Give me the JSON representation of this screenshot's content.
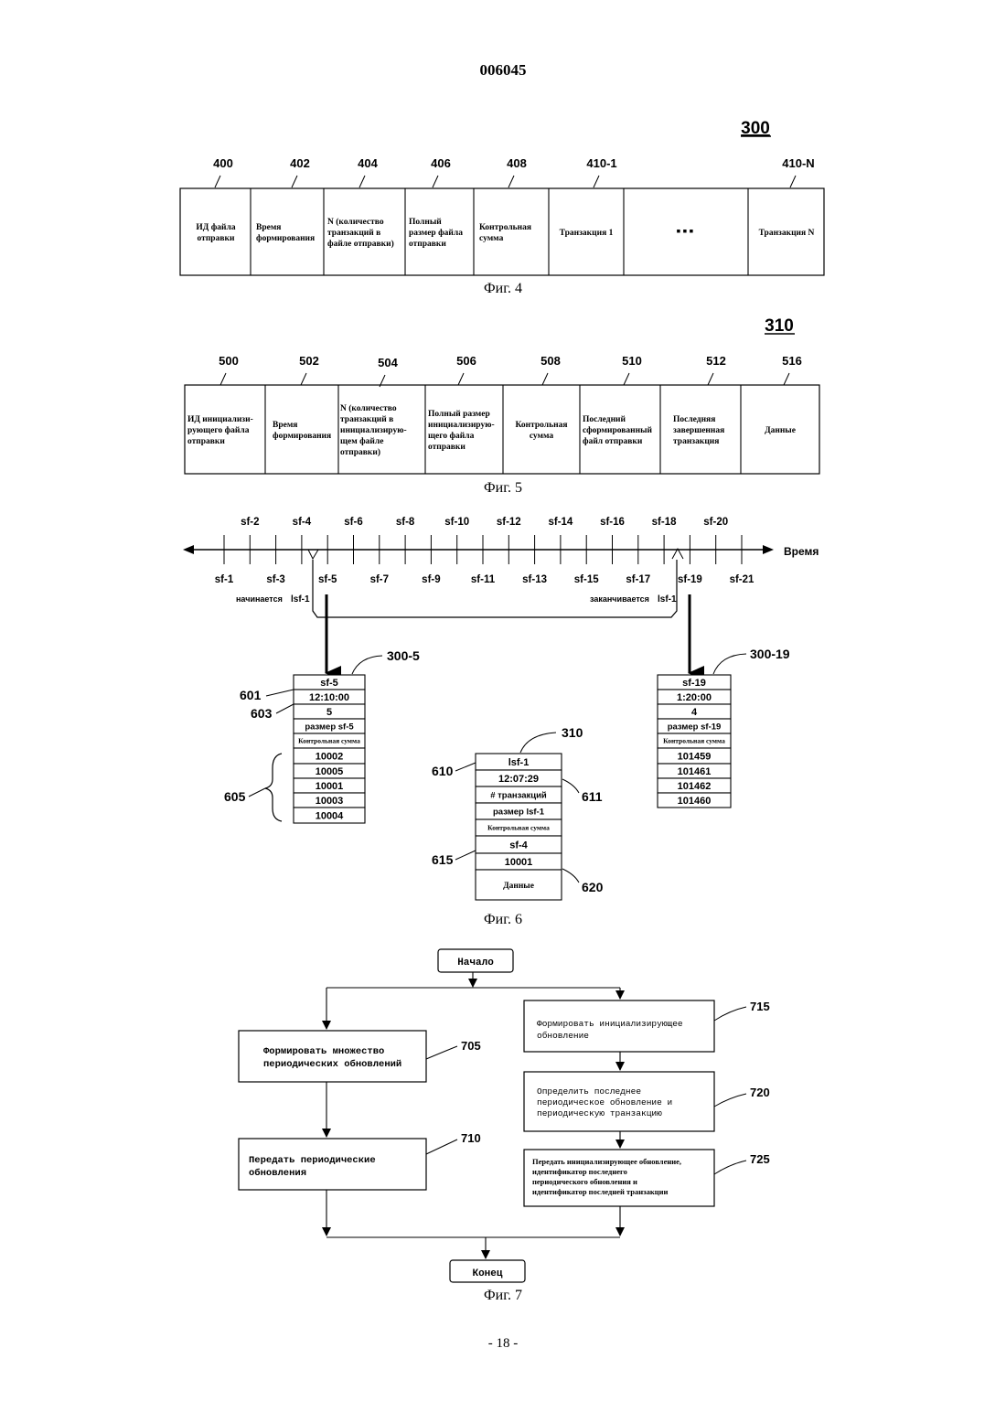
{
  "page": {
    "doc_number": "006045",
    "page_number": "- 18 -"
  },
  "fig4": {
    "ref": "300",
    "caption": "Фиг. 4",
    "labels": [
      "400",
      "402",
      "404",
      "406",
      "408",
      "410-1",
      "410-N"
    ],
    "cells": [
      [
        "ИД  файла",
        "отправки"
      ],
      [
        "Время",
        "формирования"
      ],
      [
        "N (количество",
        "транзакций в",
        "файле отправки)"
      ],
      [
        "Полный",
        "размер файла",
        "отправки"
      ],
      [
        "Контрольная",
        "сумма"
      ],
      [
        "Транзакция 1"
      ],
      [
        "▪▪▪"
      ],
      [
        "Транзакция N"
      ]
    ]
  },
  "fig5": {
    "ref": "310",
    "caption": "Фиг. 5",
    "labels": [
      "500",
      "502",
      "504",
      "506",
      "508",
      "510",
      "512",
      "516"
    ],
    "cells": [
      [
        "ИД инициализи-",
        "рующего файла",
        "отправки"
      ],
      [
        "Время",
        "формирования"
      ],
      [
        "N (количество",
        "транзакций в",
        "инициализирую-",
        "щем файле",
        "отправки)"
      ],
      [
        "Полный размер",
        "инициализирую-",
        "щего файла",
        "отправки"
      ],
      [
        "Контрольная",
        "сумма"
      ],
      [
        "Последний",
        "сформированный",
        "файл отправки"
      ],
      [
        "Последняя",
        "завершенная",
        "транзакция"
      ],
      [
        "Данные"
      ]
    ]
  },
  "fig6": {
    "caption": "Фиг. 6",
    "time_label": "Время",
    "ticks_top": [
      "sf-2",
      "sf-4",
      "sf-6",
      "sf-8",
      "sf-10",
      "sf-12",
      "sf-14",
      "sf-16",
      "sf-18",
      "sf-20"
    ],
    "ticks_bottom": [
      "sf-1",
      "sf-3",
      "sf-5",
      "sf-7",
      "sf-9",
      "sf-11",
      "sf-13",
      "sf-15",
      "sf-17",
      "sf-19",
      "sf-21"
    ],
    "starts_label": "начинается",
    "ends_label": "заканчивается",
    "isf_label": "lsf-1",
    "left_box": {
      "ref": "300-5",
      "rows": [
        "sf-5",
        "12:10:00",
        "5",
        "размер  sf-5",
        "Контрольная сумма",
        "10002",
        "10005",
        "10001",
        "10003",
        "10004"
      ],
      "refs": [
        "601",
        "603",
        "605"
      ]
    },
    "mid_box": {
      "ref": "310",
      "rows": [
        "lsf-1",
        "12:07:29",
        "#   транзакций",
        "размер   lsf-1",
        "Контрольная сумма",
        "sf-4",
        "10001",
        "Данные"
      ],
      "refs": [
        "610",
        "611",
        "615",
        "620"
      ]
    },
    "right_box": {
      "ref": "300-19",
      "rows": [
        "sf-19",
        "1:20:00",
        "4",
        "размер  sf-19",
        "Контрольная сумма",
        "101459",
        "101461",
        "101462",
        "101460"
      ]
    }
  },
  "fig7": {
    "caption": "Фиг. 7",
    "start": "Начало",
    "end": "Конец",
    "box_705": [
      "Формировать множество",
      "периодических обновлений"
    ],
    "box_710": [
      "Передать периодические",
      "обновления"
    ],
    "box_715": [
      "Формировать инициализирующее",
      "обновление"
    ],
    "box_720": [
      "Определить последнее",
      "периодическое обновление и",
      "периодическую транзакцию"
    ],
    "box_725": [
      "Передать инициализирующее обновление,",
      "идентификатор последнего",
      "периодического обновления и",
      "идентификатор  последней транзакции"
    ],
    "refs": [
      "705",
      "710",
      "715",
      "720",
      "725"
    ]
  }
}
